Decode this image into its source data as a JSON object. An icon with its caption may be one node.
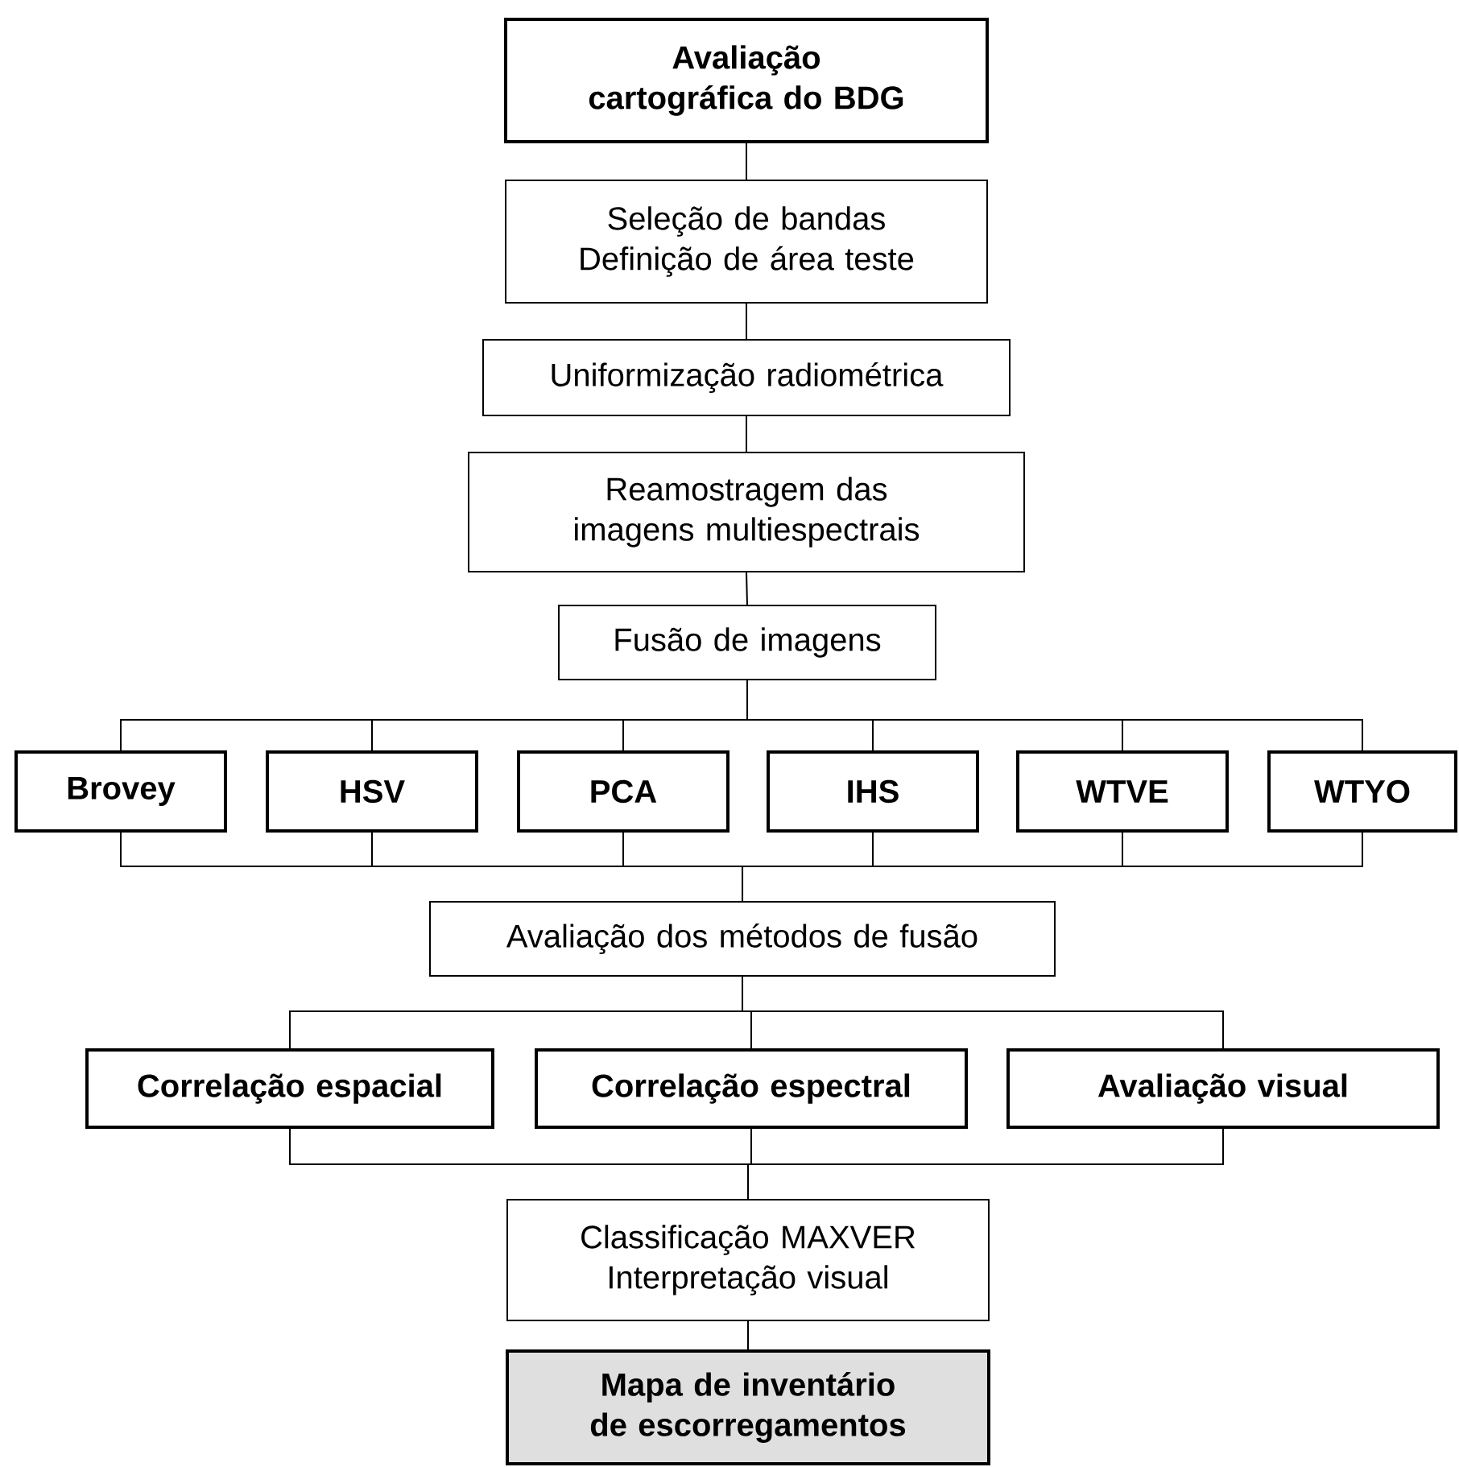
{
  "diagram": {
    "nodes": [
      {
        "text": [
          "Avaliação cartográfica do BDG"
        ]
      },
      {
        "text": [
          "Seleção de bandas Definição de área teste"
        ]
      },
      {
        "text": [
          "Uniformização radiométrica"
        ]
      },
      {
        "text": [
          "Reamostragem das imagens multiespectrais"
        ]
      },
      {
        "text": [
          "Fusão de imagens"
        ]
      },
      {
        "text": [
          "Brovey"
        ]
      },
      {
        "text": [
          "HSV"
        ]
      },
      {
        "text": [
          "PCA"
        ]
      },
      {
        "text": [
          "IHS"
        ]
      },
      {
        "text": [
          "WTVE"
        ]
      },
      {
        "text": [
          "WTYO"
        ]
      },
      {
        "text": [
          "Avaliação dos métodos de fusão"
        ]
      },
      {
        "text": [
          "Correlação espacial"
        ]
      },
      {
        "text": [
          "Correlação espectral"
        ]
      },
      {
        "text": [
          "Avaliação visual"
        ]
      },
      {
        "text": [
          "Classificação MAXVER Interpretação visual"
        ]
      },
      {
        "text": [
          "Mapa de inventário de escorregamentos"
        ]
      }
    ],
    "edges": [
      {
        "from": 0,
        "to": 1,
        "arrow": "none"
      },
      {
        "from": 1,
        "to": 2,
        "arrow": "none"
      },
      {
        "from": 2,
        "to": 3,
        "arrow": "none"
      },
      {
        "from": 3,
        "to": 4,
        "arrow": "none"
      },
      {
        "from": 4,
        "to": 5,
        "arrow": "none"
      },
      {
        "from": 4,
        "to": 6,
        "arrow": "none"
      },
      {
        "from": 4,
        "to": 7,
        "arrow": "none"
      },
      {
        "from": 4,
        "to": 8,
        "arrow": "none"
      },
      {
        "from": 4,
        "to": 9,
        "arrow": "none"
      },
      {
        "from": 4,
        "to": 10,
        "arrow": "none"
      },
      {
        "from": 5,
        "to": 11,
        "arrow": "none"
      },
      {
        "from": 6,
        "to": 11,
        "arrow": "none"
      },
      {
        "from": 7,
        "to": 11,
        "arrow": "none"
      },
      {
        "from": 8,
        "to": 11,
        "arrow": "none"
      },
      {
        "from": 9,
        "to": 11,
        "arrow": "none"
      },
      {
        "from": 10,
        "to": 11,
        "arrow": "none"
      },
      {
        "from": 11,
        "to": 12,
        "arrow": "none"
      },
      {
        "from": 11,
        "to": 13,
        "arrow": "none"
      },
      {
        "from": 11,
        "to": 14,
        "arrow": "none"
      },
      {
        "from": 12,
        "to": 15,
        "arrow": "none"
      },
      {
        "from": 13,
        "to": 15,
        "arrow": "none"
      },
      {
        "from": 14,
        "to": 15,
        "arrow": "none"
      },
      {
        "from": 15,
        "to": 16,
        "arrow": "none"
      }
    ]
  }
}
